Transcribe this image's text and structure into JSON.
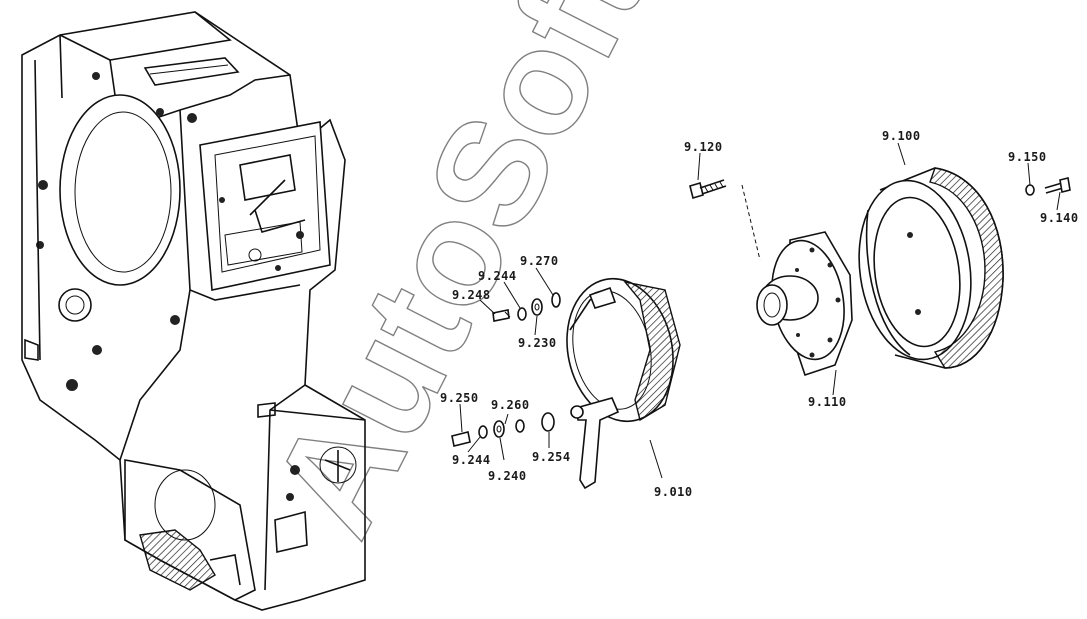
{
  "diagram": {
    "watermark": "AutoSoft",
    "callouts": [
      {
        "id": "9.120",
        "text": "9.120"
      },
      {
        "id": "9.100",
        "text": "9.100"
      },
      {
        "id": "9.150",
        "text": "9.150"
      },
      {
        "id": "9.140",
        "text": "9.140"
      },
      {
        "id": "9.270",
        "text": "9.270"
      },
      {
        "id": "9.244a",
        "text": "9.244"
      },
      {
        "id": "9.248",
        "text": "9.248"
      },
      {
        "id": "9.230",
        "text": "9.230"
      },
      {
        "id": "9.110",
        "text": "9.110"
      },
      {
        "id": "9.250",
        "text": "9.250"
      },
      {
        "id": "9.260",
        "text": "9.260"
      },
      {
        "id": "9.244b",
        "text": "9.244"
      },
      {
        "id": "9.254",
        "text": "9.254"
      },
      {
        "id": "9.240",
        "text": "9.240"
      },
      {
        "id": "9.010",
        "text": "9.010"
      }
    ]
  }
}
